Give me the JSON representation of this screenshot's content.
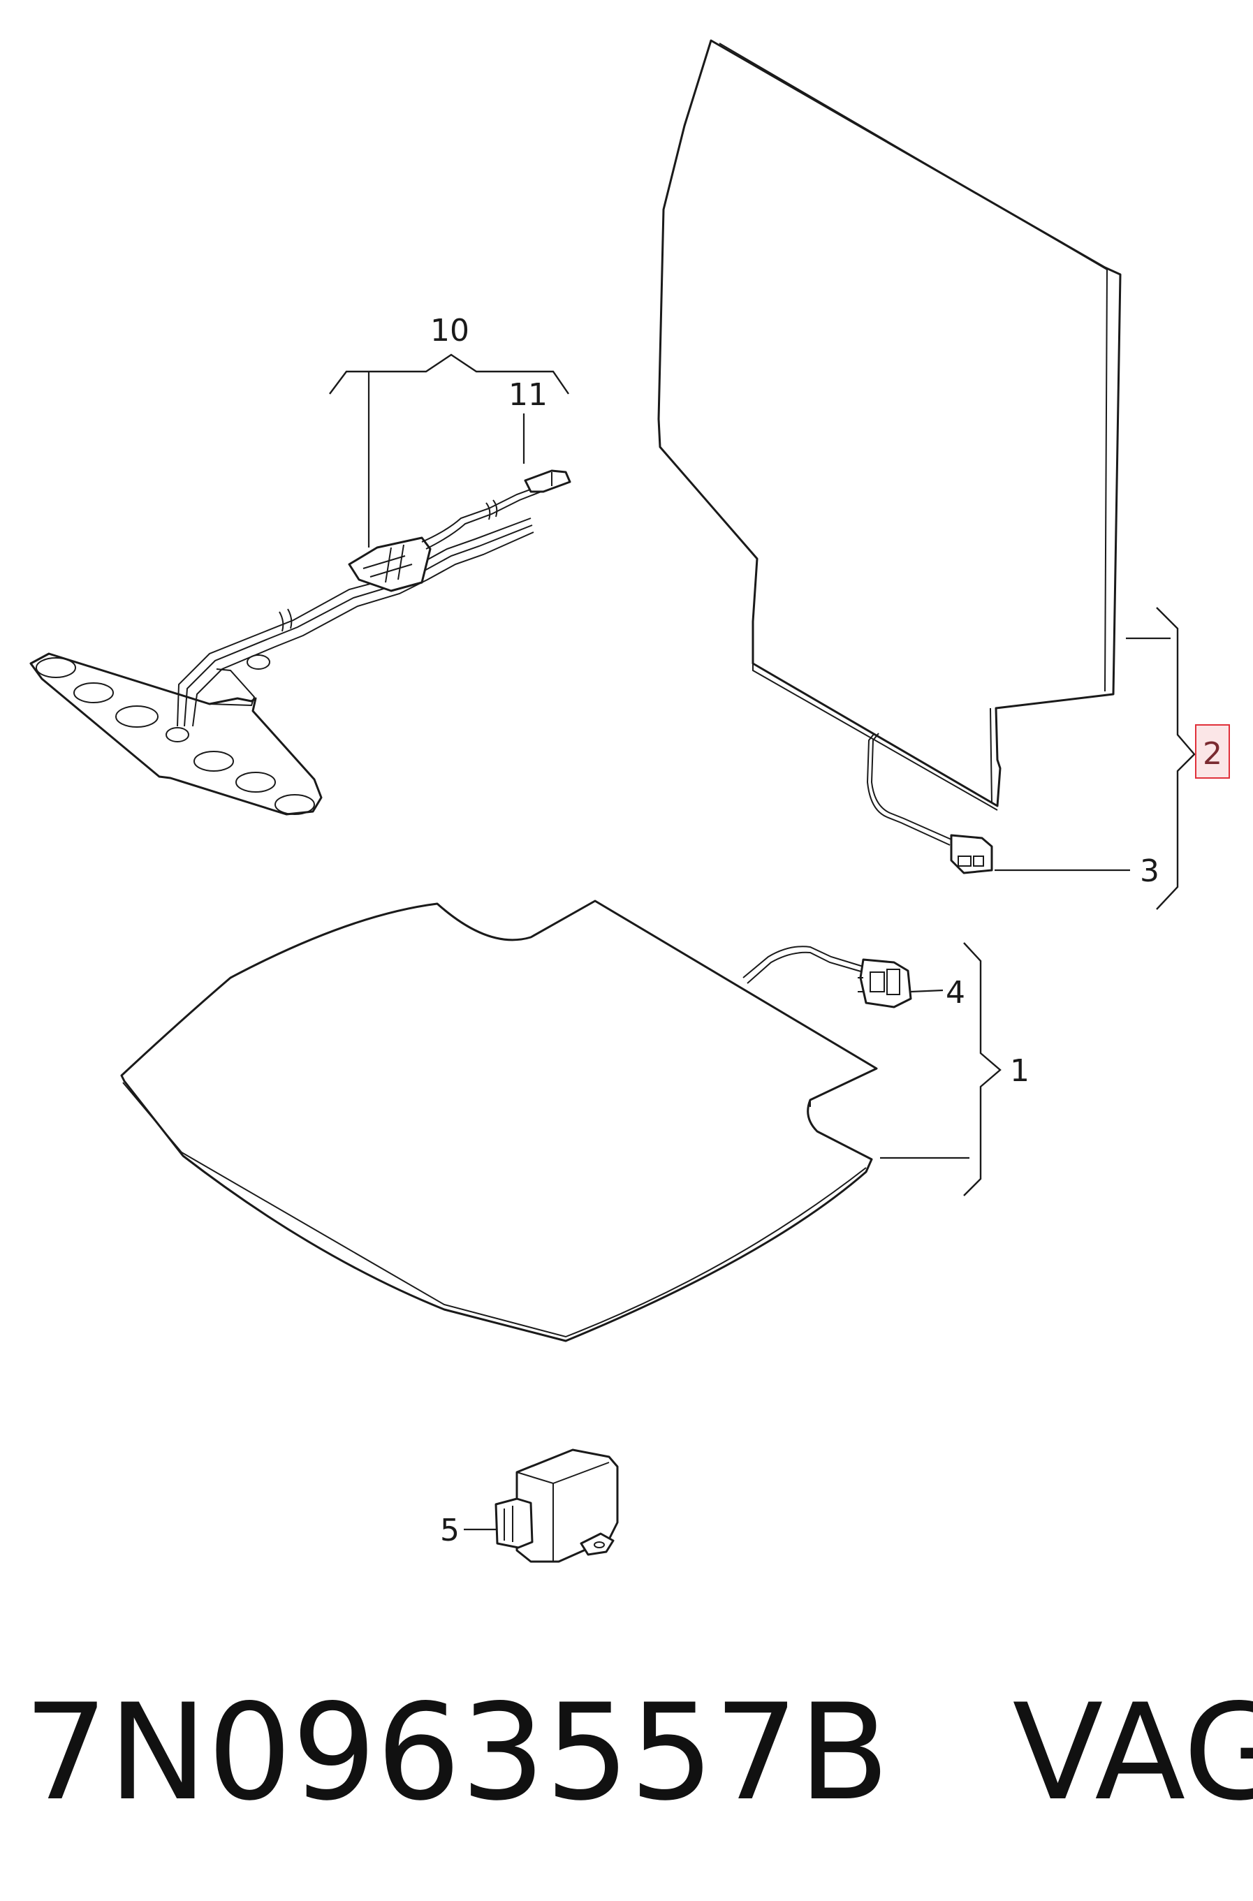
{
  "diagram": {
    "callouts": [
      {
        "id": "10",
        "label": "10"
      },
      {
        "id": "11",
        "label": "11"
      },
      {
        "id": "2",
        "label": "2",
        "highlighted": true
      },
      {
        "id": "3",
        "label": "3"
      },
      {
        "id": "4",
        "label": "4"
      },
      {
        "id": "1",
        "label": "1"
      },
      {
        "id": "5",
        "label": "5"
      }
    ],
    "highlight_color": "#e0303a",
    "line_color": "#1a1a1a"
  },
  "caption": {
    "part_number": "7N0963557B",
    "brand": "VAG"
  }
}
